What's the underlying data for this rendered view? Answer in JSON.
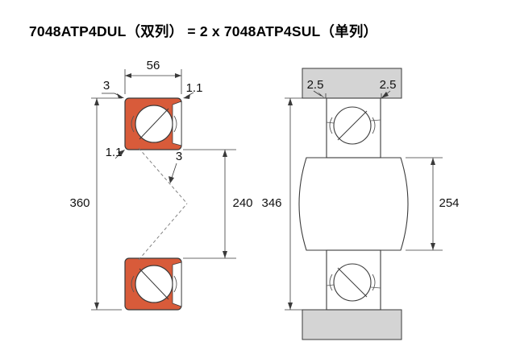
{
  "title": "7048ATP4DUL（双列） = 2 x 7048ATP4SUL（单列）",
  "left_figure": {
    "description": "bearing pair cross-section",
    "dim_width": "56",
    "dim_outer_diameter": "360",
    "dim_bore_diameter": "240",
    "dim_chamfer_top_left": "3",
    "dim_chamfer_top_right": "1.1",
    "dim_chamfer_inner_left": "1.1",
    "dim_center": "3"
  },
  "right_figure": {
    "description": "mounted arrangement with housing and shaft",
    "dim_fillet_left": "2.5",
    "dim_fillet_right": "2.5",
    "dim_housing_abutment_diameter": "346",
    "dim_shaft_abutment_diameter": "254"
  },
  "colors": {
    "ring_highlight": "#d85b3a",
    "housing_fill": "#d4d4d4",
    "line": "#3a3a3a"
  }
}
